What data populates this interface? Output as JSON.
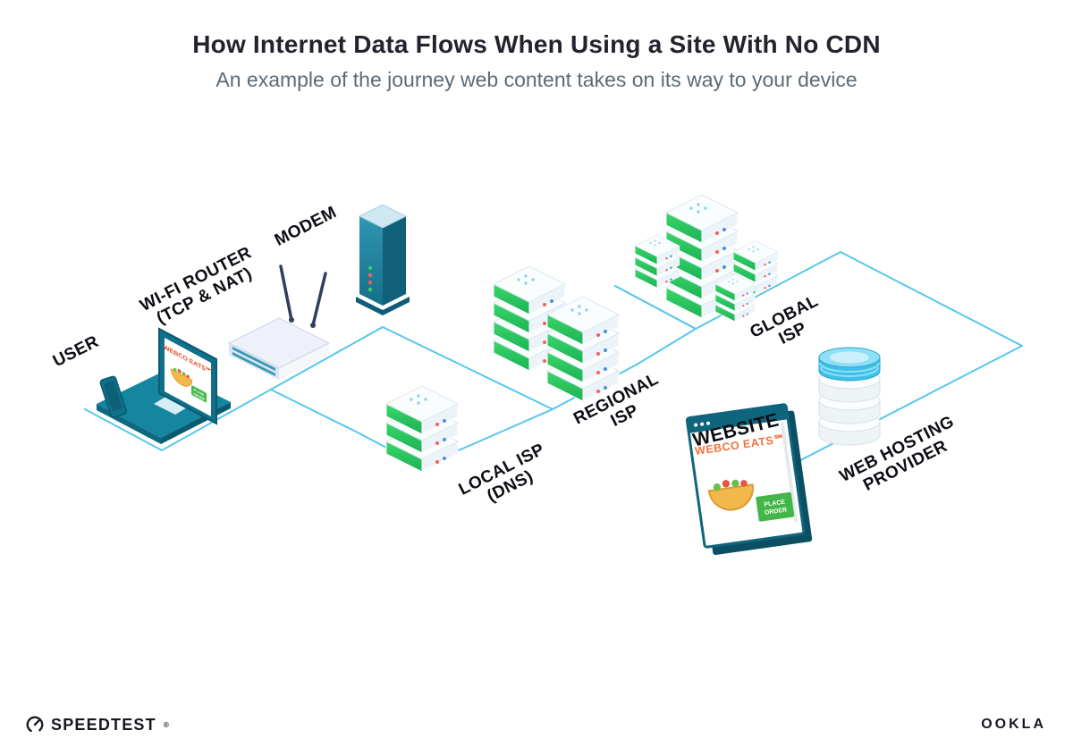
{
  "header": {
    "title": "How Internet Data Flows When Using a Site With No CDN",
    "subtitle": "An example of the journey web content takes on its way to your device"
  },
  "labels": {
    "user": "USER",
    "wifi_router": {
      "line1": "WI-FI ROUTER",
      "line2": "(TCP & NAT)"
    },
    "modem": "MODEM",
    "local_isp": {
      "line1": "LOCAL ISP",
      "line2": "(DNS)"
    },
    "regional_isp": {
      "line1": "REGIONAL",
      "line2": "ISP"
    },
    "global_isp": {
      "line1": "GLOBAL",
      "line2": "ISP"
    },
    "website": "WEBSITE",
    "web_hosting": {
      "line1": "WEB HOSTING",
      "line2": "PROVIDER"
    }
  },
  "website_window": {
    "brand": "WEBCO EATS℠",
    "button_line1": "PLACE",
    "button_line2": "ORDER"
  },
  "laptop_screen": {
    "brand": "WEBCO EATS℠"
  },
  "footer": {
    "speedtest": "SPEEDTEST",
    "speedtest_mark": "®",
    "ookla": "OOKLA"
  },
  "colors": {
    "line": "#58c7ec",
    "server_green": "#27cb5f",
    "teal_dark": "#10657e",
    "brand_orange": "#f2703b"
  }
}
